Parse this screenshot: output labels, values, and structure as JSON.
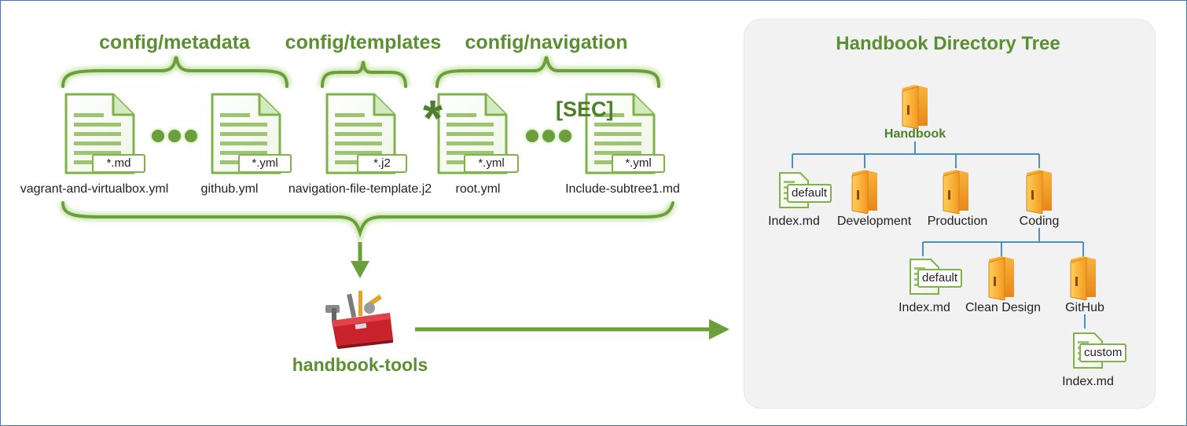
{
  "groups": {
    "metadata": "config/metadata",
    "templates": "config/templates",
    "navigation": "config/navigation"
  },
  "files": [
    {
      "ext": "*.md",
      "name": "vagrant-and-virtualbox.yml"
    },
    {
      "ext": "*.yml",
      "name": "github.yml"
    },
    {
      "ext": "*.j2",
      "name": "navigation-file-template.j2"
    },
    {
      "ext": "*.yml",
      "name": "root.yml"
    },
    {
      "ext": "*.yml",
      "name": "Include-subtree1.md"
    }
  ],
  "markers": {
    "asterisk": "*",
    "sec": "[SEC]"
  },
  "tools": {
    "label": "handbook-tools",
    "icon": "toolbox-icon"
  },
  "tree": {
    "title": "Handbook Directory Tree",
    "root": "Handbook",
    "level1": [
      {
        "name": "Index.md",
        "tag": "default",
        "type": "file"
      },
      {
        "name": "Development",
        "type": "folder"
      },
      {
        "name": "Production",
        "type": "folder"
      },
      {
        "name": "Coding",
        "type": "folder"
      }
    ],
    "level2": [
      {
        "name": "Index.md",
        "tag": "default",
        "type": "file"
      },
      {
        "name": "Clean Design",
        "type": "folder"
      },
      {
        "name": "GitHub",
        "type": "folder"
      }
    ],
    "level3": [
      {
        "name": "Index.md",
        "tag": "custom",
        "type": "file"
      }
    ]
  },
  "colors": {
    "accent_green": "#5b8f32",
    "line_blue": "#4a90c8",
    "folder_orange": "#f5a623",
    "frame_blue": "#4472c4"
  }
}
